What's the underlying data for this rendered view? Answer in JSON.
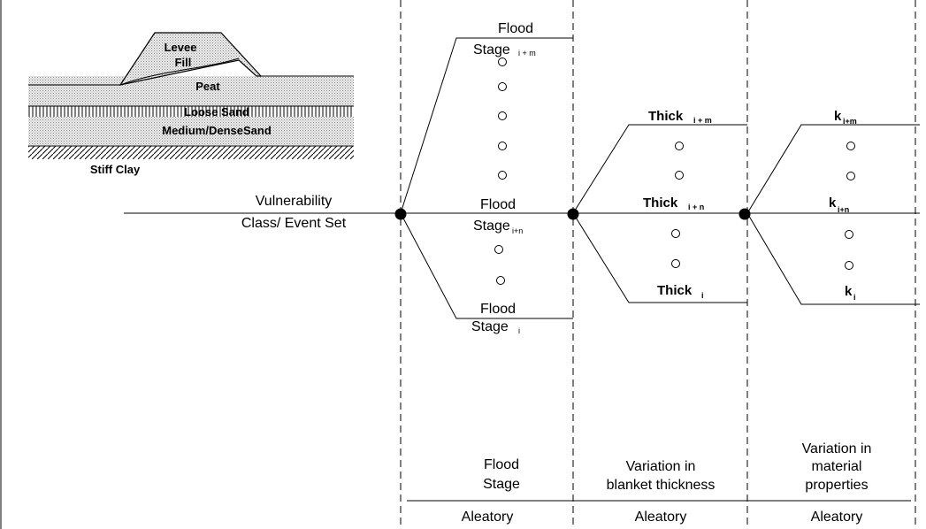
{
  "soil_profile": {
    "levee_label": "Levee",
    "fill_label": "Fill",
    "peat_label": "Peat",
    "loose_sand_label": "Loose Sand",
    "medium_dense_sand_label": "Medium/DenseSand",
    "stiff_clay_label": "Stiff Clay"
  },
  "root": {
    "line1": "Vulnerability",
    "line2": "Class/ Event Set"
  },
  "flood_stage": {
    "top": {
      "word": "Flood",
      "base": "Stage",
      "sub": "i + m"
    },
    "mid": {
      "word": "Flood",
      "base": "Stage",
      "sub": "i+n"
    },
    "bot": {
      "word": "Flood",
      "base": "Stage",
      "sub": "i"
    }
  },
  "thickness": {
    "top": {
      "base": "Thick",
      "sub": "i + m"
    },
    "mid": {
      "base": "Thick",
      "sub": "i + n"
    },
    "bot": {
      "base": "Thick",
      "sub": "i"
    }
  },
  "permeability": {
    "top": {
      "base": "k",
      "sub": "i+m"
    },
    "mid": {
      "base": "k",
      "sub": "i+n"
    },
    "bot": {
      "base": "k",
      "sub": "i"
    }
  },
  "columns": [
    {
      "line1": "Flood",
      "line2": "Stage",
      "uncertainty": "Aleatory"
    },
    {
      "line1": "Variation in",
      "line2": "blanket thickness",
      "uncertainty": "Aleatory"
    },
    {
      "line1": "Variation in",
      "line2": "material",
      "line3": "properties",
      "uncertainty": "Aleatory"
    }
  ]
}
